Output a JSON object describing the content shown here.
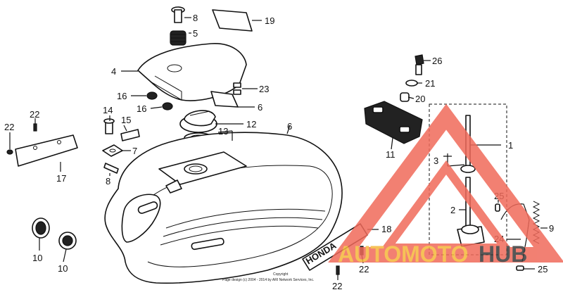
{
  "diagram": {
    "callouts": {
      "c1": "1",
      "c2": "2",
      "c3": "3",
      "c4": "4",
      "c5": "5",
      "c6a": "6",
      "c6b": "6",
      "c7": "7",
      "c8a": "8",
      "c8b": "8",
      "c9": "9",
      "c10a": "10",
      "c10b": "10",
      "c11": "11",
      "c12": "12",
      "c13": "13",
      "c14": "14",
      "c15": "15",
      "c16a": "16",
      "c16b": "16",
      "c17": "17",
      "c18": "18",
      "c19": "19",
      "c20": "20",
      "c21": "21",
      "c22a": "22",
      "c22b": "22",
      "c22c": "22",
      "c22d": "22",
      "c23": "23",
      "c24": "24",
      "c25a": "25",
      "c25b": "25",
      "c26": "26"
    },
    "emblem_text": "HONDA",
    "copyright_line1": "Copyright",
    "copyright_line2": "Page design (c) 2004 - 2014 by ARI Network Services, Inc."
  },
  "watermark": {
    "text_a": "AUTOMOTO",
    "text_b": "HUB",
    "color_primary": "#f06a5a",
    "color_secondary": "#f5b73a",
    "color_dark": "#3a3a3a"
  }
}
